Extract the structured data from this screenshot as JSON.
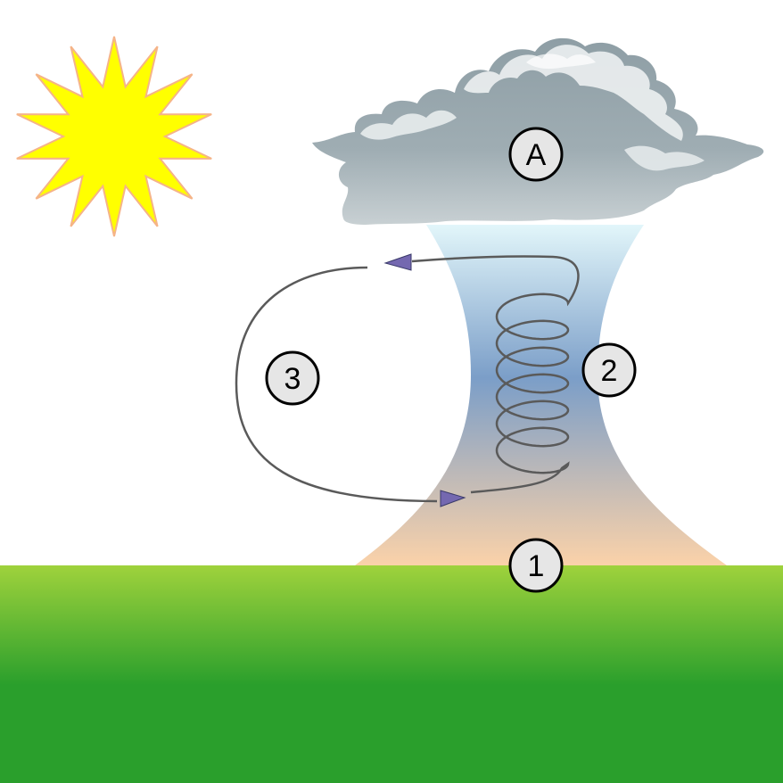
{
  "markers": {
    "cloud": "A",
    "ground_heat": "1",
    "rising_column": "2",
    "circulation": "3"
  },
  "colors": {
    "sky": "#ffffff",
    "sun_fill": "#ffff00",
    "sun_stroke": "#f5b488",
    "cloud_dark": "#8e9ea5",
    "cloud_light": "#e8eced",
    "column_top": "#e2f6fa",
    "column_mid": "#7b9ec8",
    "column_bottom": "#fbd2a9",
    "grass_top": "#9fd23c",
    "grass_bottom": "#2a9f2c",
    "arrow_fill": "#7468b0",
    "loop_stroke": "#5a5a5a",
    "marker_fill": "#e6e6e6",
    "marker_stroke": "#000000"
  },
  "icons": {
    "sun": "sun-icon",
    "cloud": "cloud-icon",
    "arrow": "triangle-arrow-icon"
  }
}
